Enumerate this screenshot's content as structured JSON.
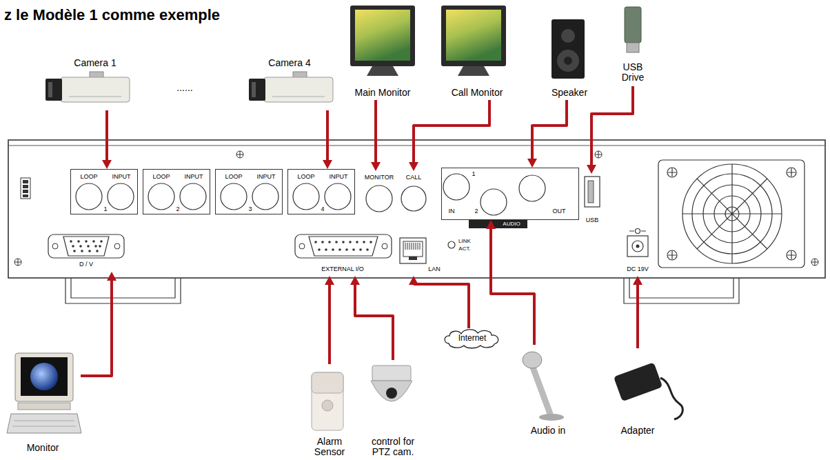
{
  "diagram": {
    "title": "z le Modèle 1 comme exemple",
    "nodes": [
      {
        "text": [
          "Camera 1"
        ]
      },
      {
        "text": [
          "Camera 4"
        ]
      },
      {
        "text": [
          "Main Monitor"
        ]
      },
      {
        "text": [
          "Call Monitor"
        ]
      },
      {
        "text": [
          "Speaker"
        ]
      },
      {
        "text": [
          "USB Drive"
        ]
      },
      {
        "text": [
          "LOOP",
          "INPUT",
          "1"
        ]
      },
      {
        "text": [
          "LOOP",
          "INPUT",
          "2"
        ]
      },
      {
        "text": [
          "LOOP",
          "INPUT",
          "3"
        ]
      },
      {
        "text": [
          "LOOP",
          "INPUT",
          "4"
        ]
      },
      {
        "text": [
          "MONITOR"
        ]
      },
      {
        "text": [
          "CALL"
        ]
      },
      {
        "text": [
          "1",
          "IN",
          "2",
          "OUT"
        ]
      },
      {
        "text": [
          "USB"
        ]
      },
      {
        "text": [
          "D / V"
        ]
      },
      {
        "text": [
          "EXTERNAL I/O"
        ]
      },
      {
        "text": [
          "LAN"
        ]
      },
      {
        "text": [
          "DC 19V"
        ]
      },
      {
        "text": [
          "Monitor"
        ]
      },
      {
        "text": [
          "Alarm Sensor"
        ]
      },
      {
        "text": [
          "control for PTZ cam."
        ]
      },
      {
        "text": [
          "Internet"
        ]
      },
      {
        "text": [
          "Audio in"
        ]
      },
      {
        "text": [
          "Adapter"
        ]
      }
    ],
    "edges": [
      {
        "from": 0,
        "to": 6,
        "arrow": "to"
      },
      {
        "from": 1,
        "to": 9,
        "arrow": "to"
      },
      {
        "from": 2,
        "to": 10,
        "arrow": "to"
      },
      {
        "from": 3,
        "to": 11,
        "arrow": "to"
      },
      {
        "from": 4,
        "to": 12,
        "arrow": "to"
      },
      {
        "from": 5,
        "to": 13,
        "arrow": "to"
      },
      {
        "from": 18,
        "to": 14,
        "arrow": "to"
      },
      {
        "from": 19,
        "to": 15,
        "arrow": "to"
      },
      {
        "from": 20,
        "to": 15,
        "arrow": "to"
      },
      {
        "from": 21,
        "to": 16,
        "arrow": "to"
      },
      {
        "from": 22,
        "to": 12,
        "arrow": "to"
      },
      {
        "from": 23,
        "to": 17,
        "arrow": "to"
      }
    ],
    "labels": [
      "......",
      "AUDIO",
      "LINK",
      "ACT."
    ]
  }
}
